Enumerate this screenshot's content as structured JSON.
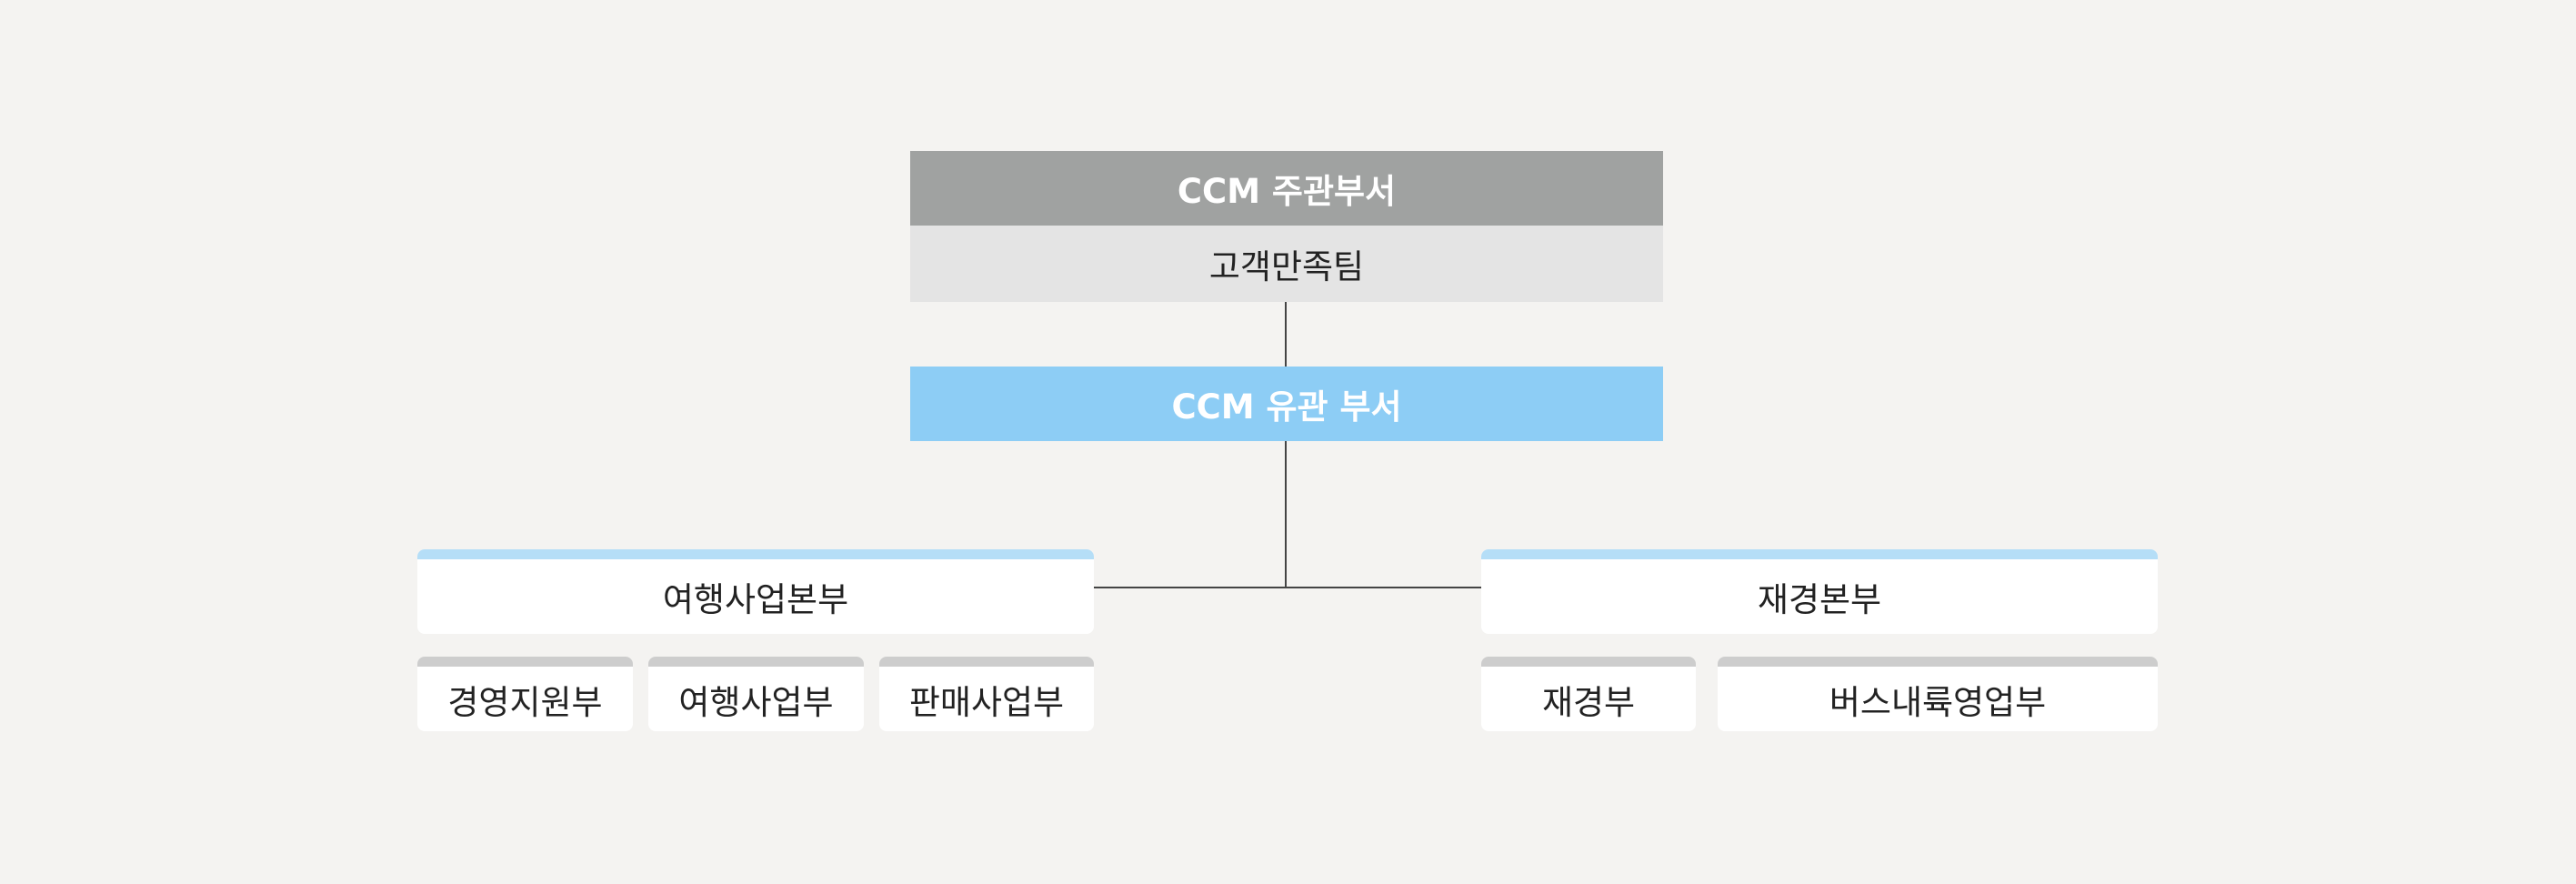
{
  "head": {
    "title": "CCM 주관부서",
    "team": "고객만족팀"
  },
  "related": {
    "title": "CCM 유관 부서"
  },
  "divisions": [
    {
      "name": "여행사업본부",
      "departments": [
        "경영지원부",
        "여행사업부",
        "판매사업부"
      ]
    },
    {
      "name": "재경본부",
      "departments": [
        "재경부",
        "버스내륙영업부"
      ]
    }
  ],
  "colors": {
    "background": "#f4f3f1",
    "head_title_bg": "#a0a2a1",
    "head_sub_bg": "#e4e4e4",
    "related_bg": "#8dcdf5",
    "division_accent": "#b5def7",
    "department_accent": "#cdcdcd",
    "connector": "#444444"
  }
}
